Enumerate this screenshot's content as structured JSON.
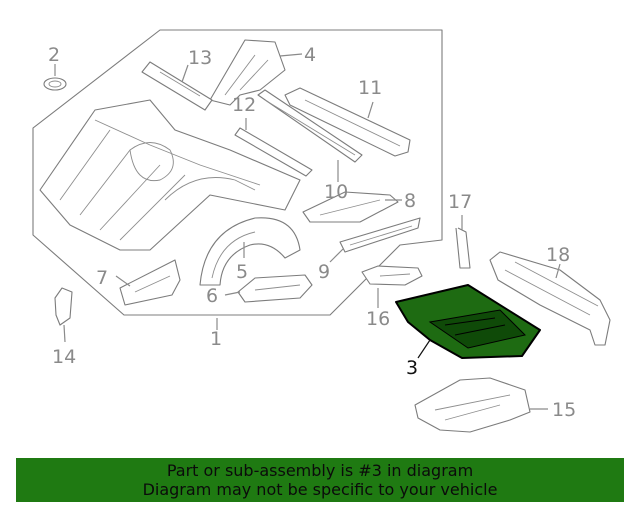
{
  "callouts": {
    "c1": "1",
    "c2": "2",
    "c3": "3",
    "c4": "4",
    "c5": "5",
    "c6": "6",
    "c7": "7",
    "c8": "8",
    "c9": "9",
    "c10": "10",
    "c11": "11",
    "c12": "12",
    "c13": "13",
    "c14": "14",
    "c15": "15",
    "c16": "16",
    "c17": "17",
    "c18": "18"
  },
  "highlight": {
    "part_number": "3",
    "fill_color": "#1e6b12",
    "outline_color": "#000000"
  },
  "colors": {
    "banner_bg": "#1f7a12",
    "callout_text": "#8a8a8a",
    "line_art": "#7c7c7c"
  },
  "banner": {
    "line1": "Part or sub-assembly is #3 in diagram",
    "line2": "Diagram may not be specific to your vehicle"
  }
}
